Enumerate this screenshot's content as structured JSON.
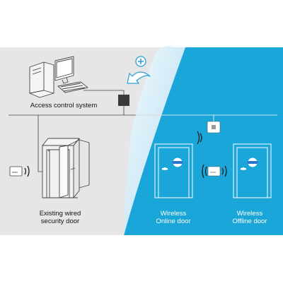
{
  "labels": {
    "access_control": "Access control system",
    "existing_line1": "Existing wired",
    "existing_line2": "security door",
    "online_line1": "Wireless",
    "online_line2": "Online door",
    "offline_line1": "Wireless",
    "offline_line2": "Offline door"
  },
  "colors": {
    "background": "#ffffff",
    "gray_panel": "#e6e6e6",
    "blue_panel": "#1aa6d8",
    "page_curl_light": "#e9f5fb",
    "page_curl_dark": "#8fcbe8",
    "line_dark": "#333333",
    "line_light": "#ffffff",
    "add_icon_blue": "#2a9fd8"
  },
  "icons": {
    "computer": "desktop-computer-icon",
    "controller": "access-controller-box-icon",
    "add": "add-plus-icon",
    "arrow": "curved-arrow-icon",
    "gateway": "wireless-gateway-icon",
    "card_reader": "card-reader-icon",
    "wireless": "wireless-signal-icon",
    "door": "door-icon",
    "lock": "electronic-lock-icon"
  }
}
